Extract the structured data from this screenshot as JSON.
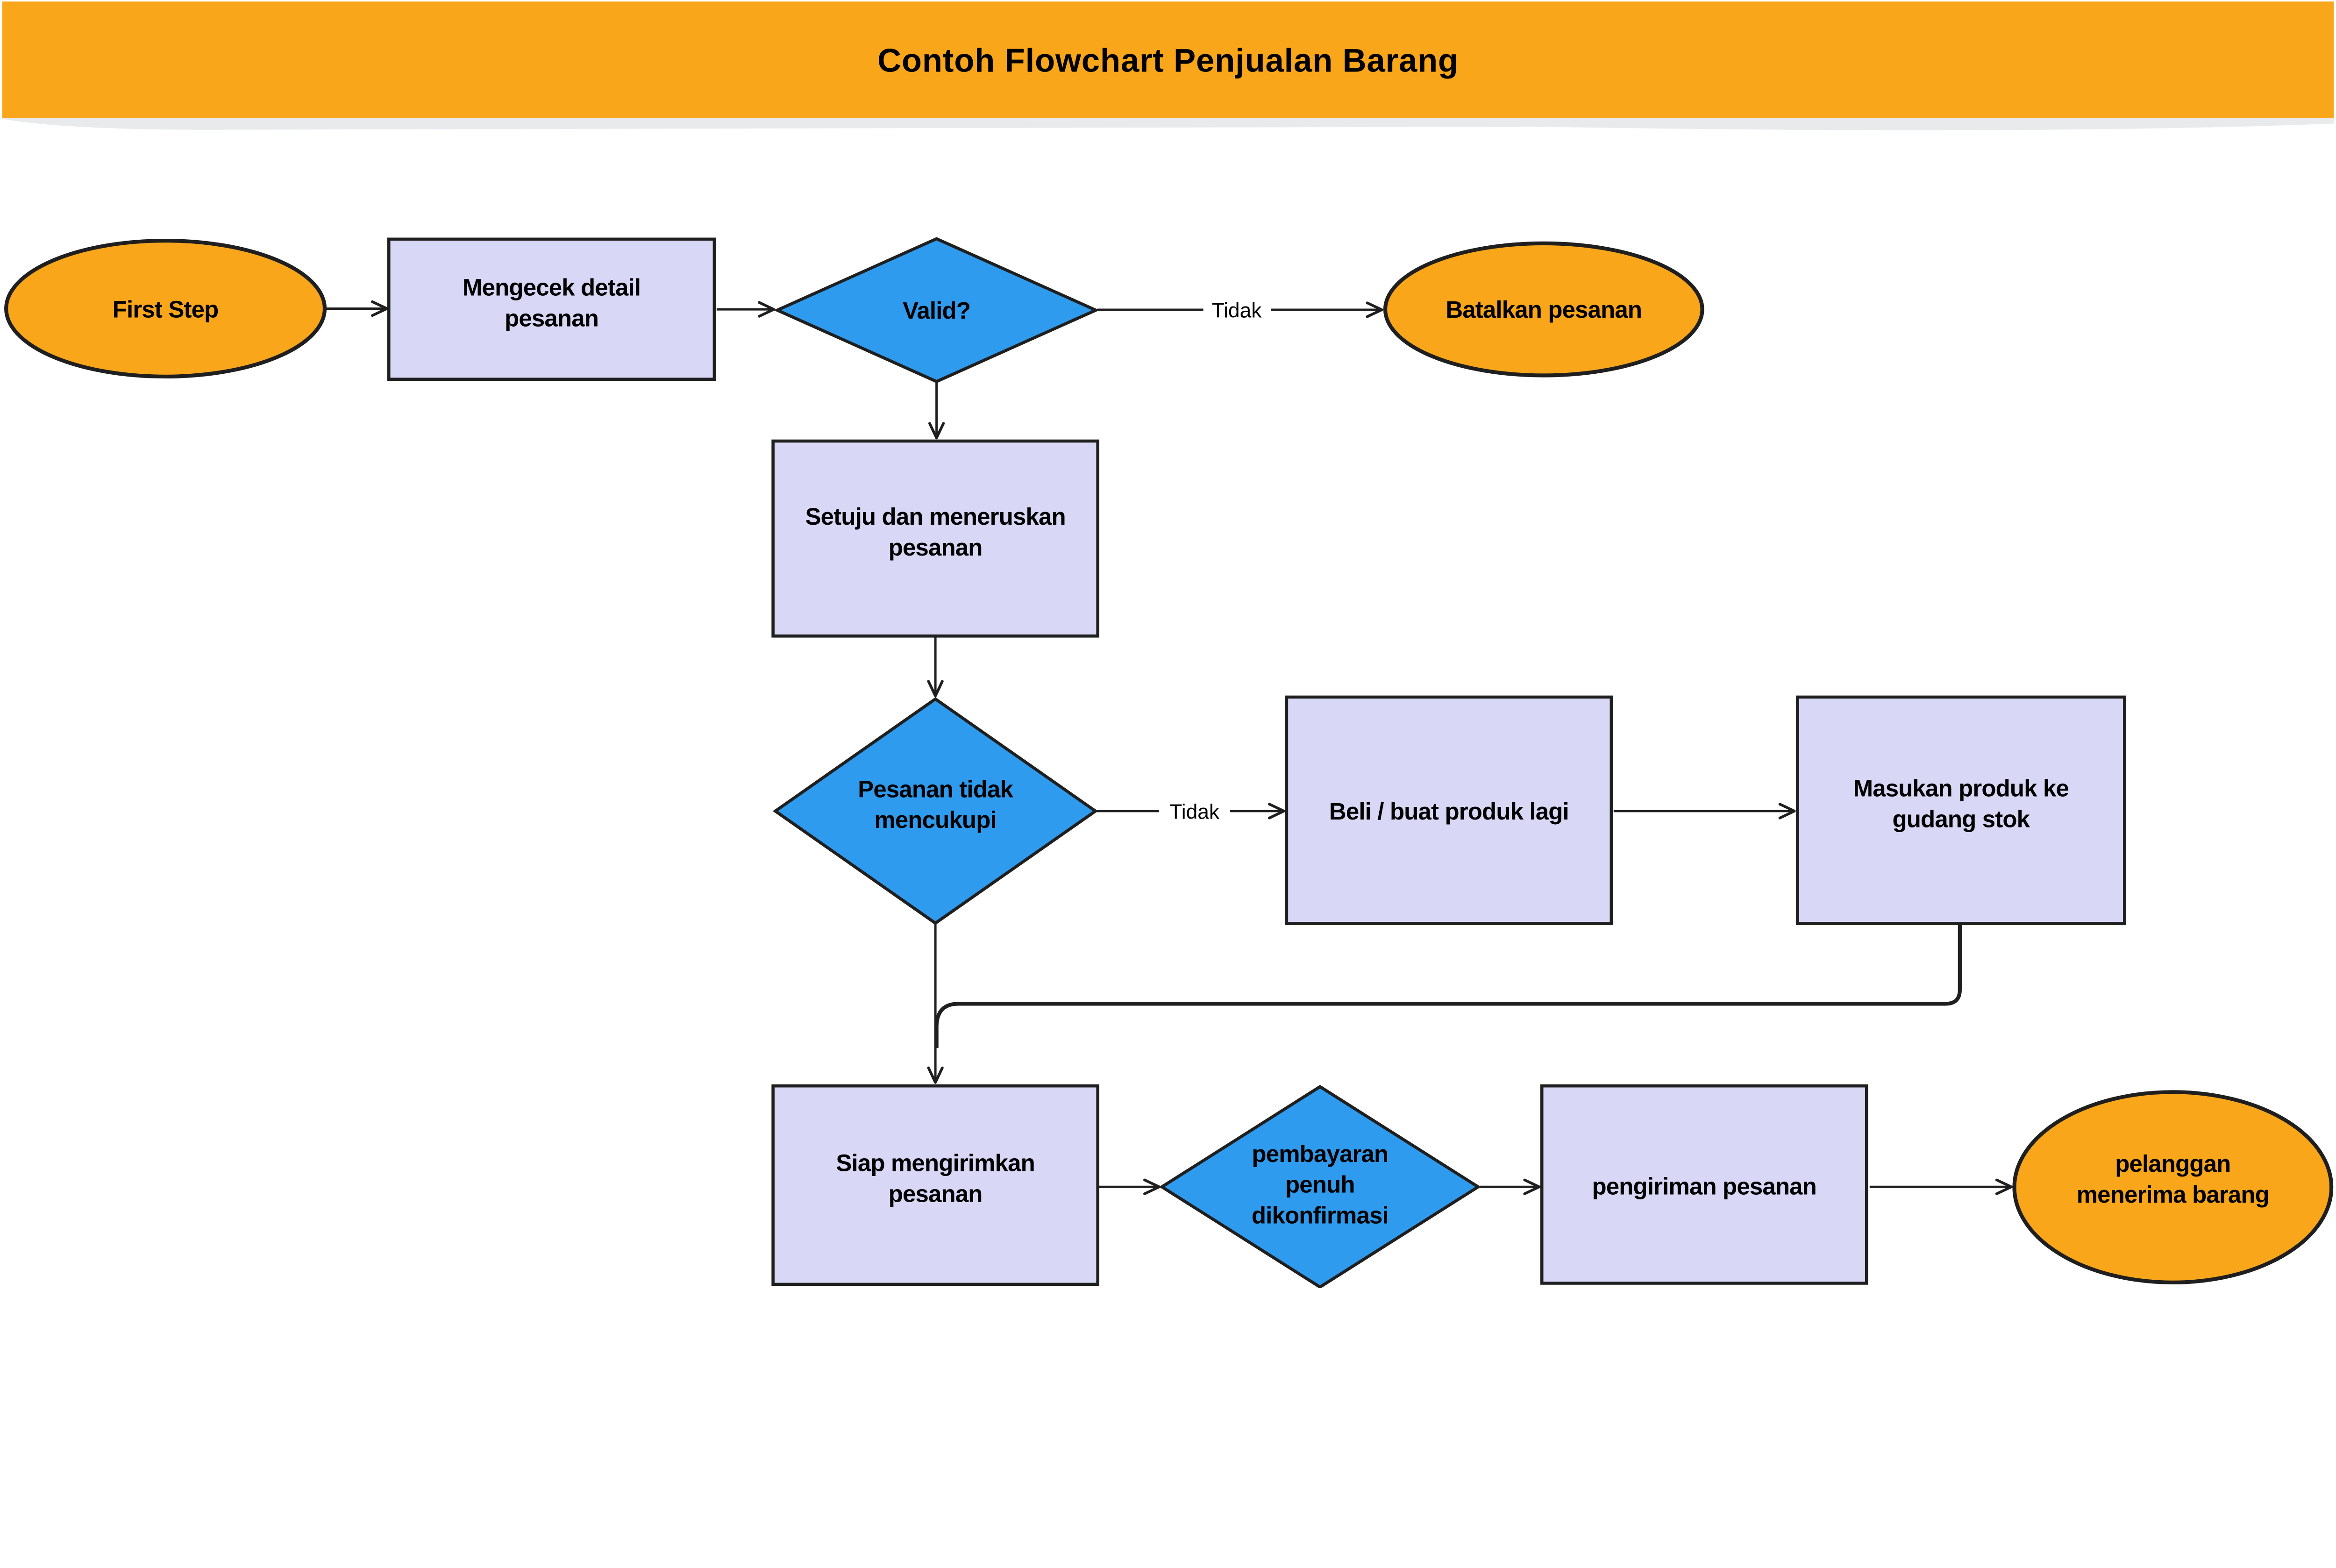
{
  "title": "Contoh Flowchart Penjualan Barang",
  "colors": {
    "banner": "#F9A61B",
    "terminator_fill": "#F9A61B",
    "process_fill": "#D8D7F5",
    "decision_fill": "#2F9BEF",
    "line": "#1F1F1F",
    "background": "#FFFFFF"
  },
  "nodes": {
    "first_step": {
      "label": "First Step"
    },
    "mengecek": {
      "line1": "Mengecek detail",
      "line2": "pesanan"
    },
    "valid": {
      "label": "Valid?"
    },
    "batalkan": {
      "label": "Batalkan pesanan"
    },
    "setuju": {
      "line1": "Setuju dan meneruskan",
      "line2": "pesanan"
    },
    "pesanan_tidak": {
      "line1": "Pesanan tidak",
      "line2": "mencukupi"
    },
    "beli": {
      "label": "Beli / buat produk lagi"
    },
    "masukan": {
      "line1": "Masukan produk ke",
      "line2": "gudang stok"
    },
    "siap": {
      "line1": "Siap mengirimkan",
      "line2": "pesanan"
    },
    "pembayaran": {
      "line1": "pembayaran",
      "line2": "penuh",
      "line3": "dikonfirmasi"
    },
    "pengiriman": {
      "label": "pengiriman pesanan"
    },
    "pelanggan": {
      "line1": "pelanggan",
      "line2": "menerima barang"
    }
  },
  "edges": {
    "tidak1": "Tidak",
    "tidak2": "Tidak"
  }
}
